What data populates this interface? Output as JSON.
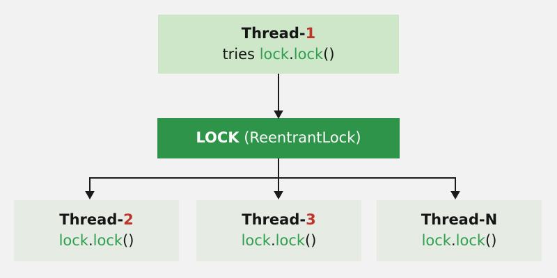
{
  "colors": {
    "page_bg": "#f1f2f1",
    "light_green": "#cfe7c9",
    "dark_green": "#2d9449",
    "pale_box": "#e6ebe3",
    "red": "#bf342a",
    "code_green": "#2f9e4f",
    "text_dark": "#161616",
    "arrow": "#1a1a1a",
    "white_text": "#fafafa"
  },
  "top_box": {
    "name_prefix": "Thread-",
    "name_suffix": "1",
    "verb": "tries ",
    "code_obj": "lock",
    "code_dot": ".",
    "code_method": "lock",
    "code_parens": "()"
  },
  "lock_box": {
    "bold": "LOCK",
    "rest": " (ReentrantLock)"
  },
  "bottom_boxes": [
    {
      "name_prefix": "Thread-",
      "name_suffix": "2",
      "code_obj": "lock",
      "code_dot": ".",
      "code_method": "lock",
      "code_parens": "()"
    },
    {
      "name_prefix": "Thread-",
      "name_suffix": "3",
      "code_obj": "lock",
      "code_dot": ".",
      "code_method": "lock",
      "code_parens": "()"
    },
    {
      "name_prefix": "Thread-",
      "name_suffix": "N",
      "code_obj": "lock",
      "code_dot": ".",
      "code_method": "lock",
      "code_parens": "()"
    }
  ]
}
